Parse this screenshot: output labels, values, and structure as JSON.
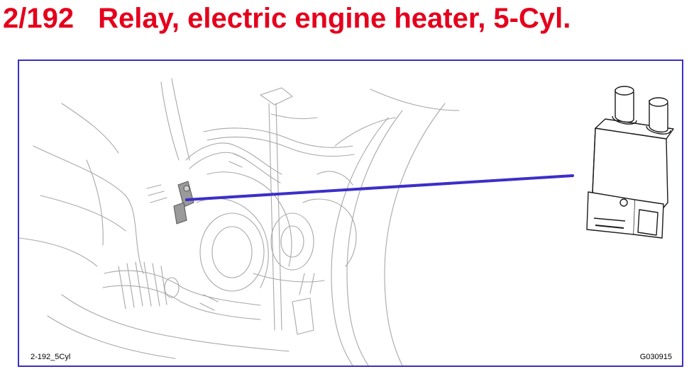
{
  "header": {
    "code": "2/192",
    "title": "Relay, electric engine heater, 5-Cyl."
  },
  "figure": {
    "reference_left": "2-192_5Cyl",
    "reference_right": "G030915",
    "colors": {
      "title": "#e5001c",
      "frame": "#3b2fc9",
      "leader_line": "#3b2fc9",
      "line_art": "#9a9a9a",
      "relay_outline": "#1a1a1a"
    }
  }
}
